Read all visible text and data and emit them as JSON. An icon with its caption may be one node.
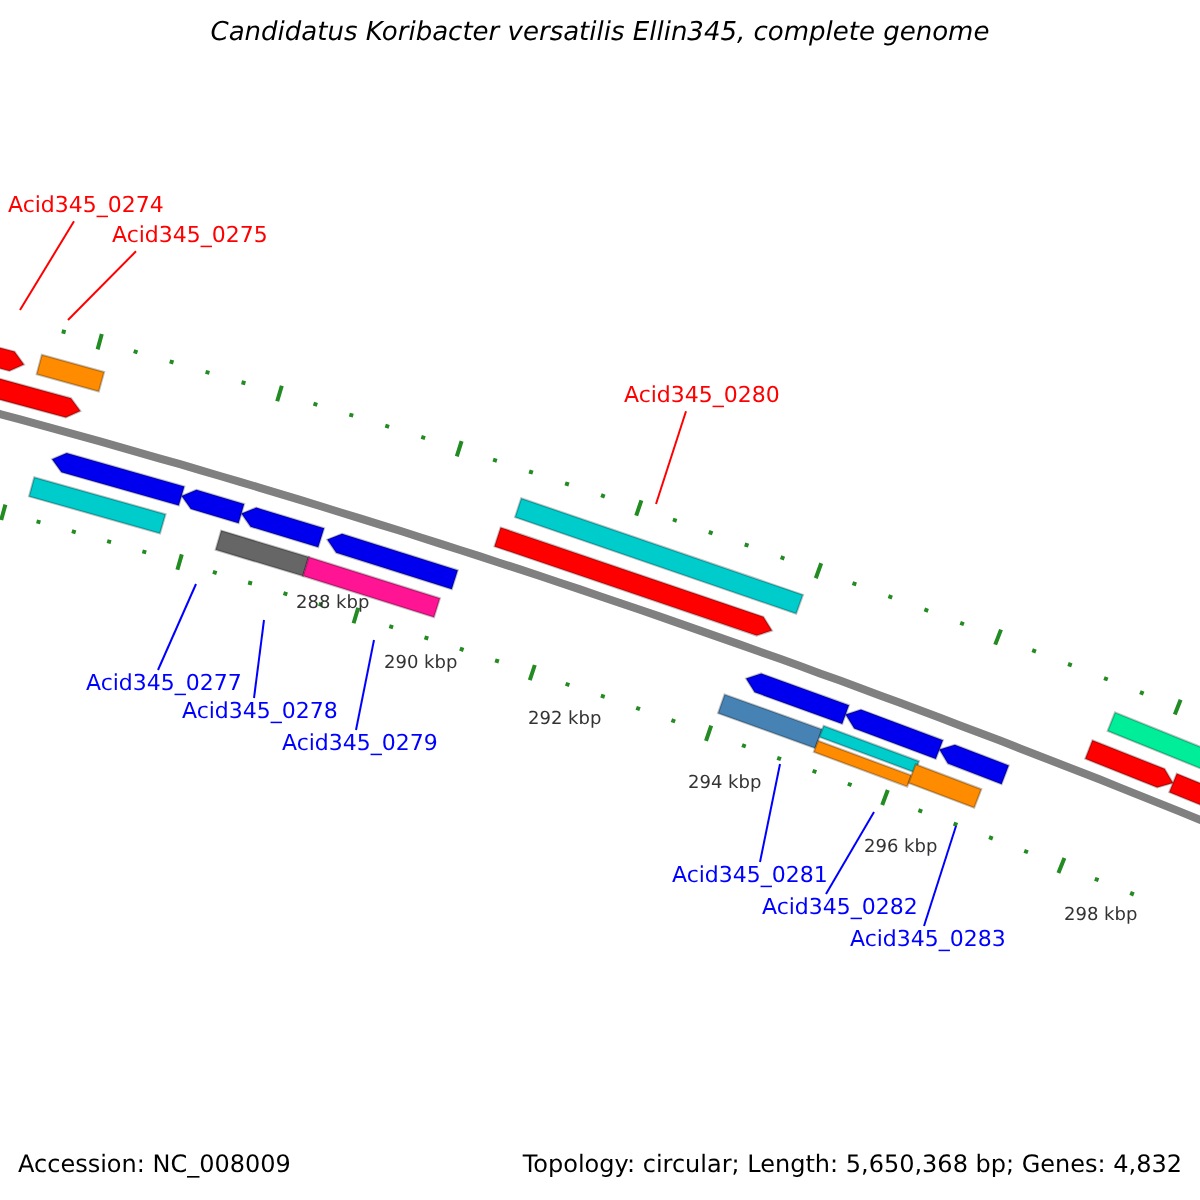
{
  "diagram": {
    "title": "Candidatus Koribacter versatilis Ellin345, complete genome",
    "nodes": [
      {
        "text": [
          "Acid345_0274"
        ]
      },
      {
        "text": [
          "Acid345_0275"
        ]
      },
      {
        "text": [
          "Acid345_0280"
        ]
      },
      {
        "text": [
          "Acid345_0277"
        ]
      },
      {
        "text": [
          "Acid345_0278"
        ]
      },
      {
        "text": [
          "Acid345_0279"
        ]
      },
      {
        "text": [
          "Acid345_0281"
        ]
      },
      {
        "text": [
          "Acid345_0282"
        ]
      },
      {
        "text": [
          "Acid345_0283"
        ]
      }
    ],
    "edges": [
      {
        "from": 0,
        "to": null,
        "arrow": "none",
        "color": "#ff0000"
      },
      {
        "from": 1,
        "to": null,
        "arrow": "none",
        "color": "#ff0000"
      },
      {
        "from": 2,
        "to": null,
        "arrow": "none",
        "color": "#ff0000"
      },
      {
        "from": 3,
        "to": null,
        "arrow": "none"
      },
      {
        "from": 4,
        "to": null,
        "arrow": "none"
      },
      {
        "from": 5,
        "to": null,
        "arrow": "none"
      },
      {
        "from": 6,
        "to": null,
        "arrow": "none"
      },
      {
        "from": 7,
        "to": null,
        "arrow": "none"
      },
      {
        "from": 8,
        "to": null,
        "arrow": "none"
      }
    ],
    "labels": [
      "288 kbp",
      "290 kbp",
      "292 kbp",
      "294 kbp",
      "296 kbp",
      "298 kbp",
      "Accession: NC_008009",
      "Topology: circular; Length: 5,650,368 bp; Genes: 4,832"
    ]
  }
}
